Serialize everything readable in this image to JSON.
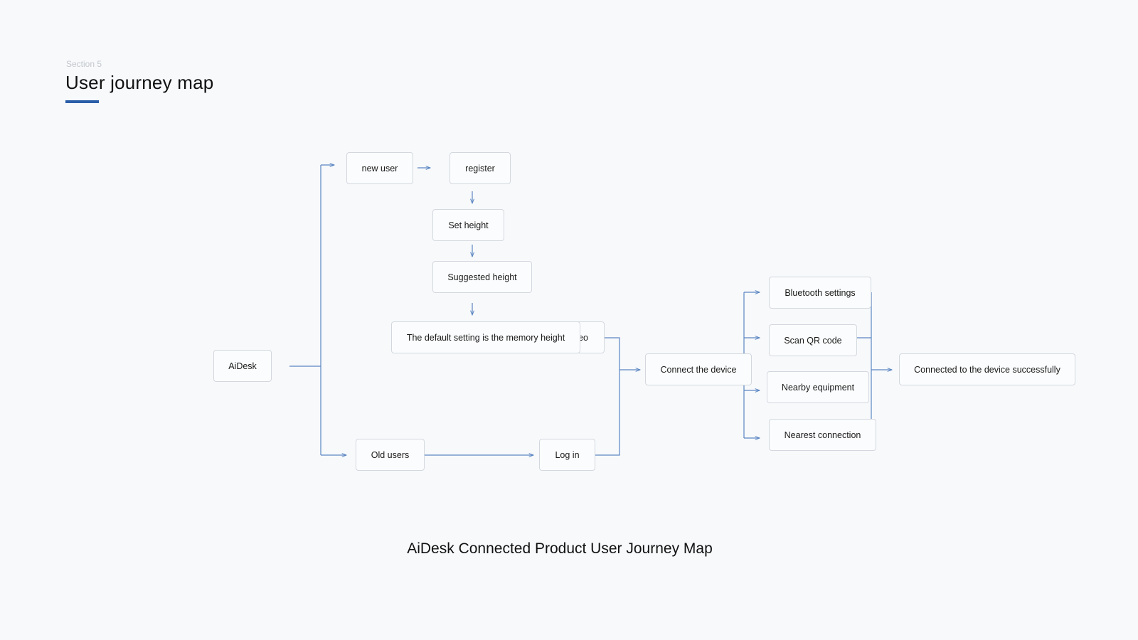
{
  "header": {
    "section_label": "Section 5",
    "title": "User journey map"
  },
  "nodes": {
    "aidesk": "AiDesk",
    "new_user": "new user",
    "register": "register",
    "set_height": "Set height",
    "suggested_height": "Suggested height",
    "hidden_behind": "eo",
    "default_setting": "The default setting is the memory height",
    "old_users": "Old users",
    "log_in": "Log in",
    "connect_device": "Connect the device",
    "bluetooth_settings": "Bluetooth settings",
    "scan_qr": "Scan QR code",
    "nearby_equipment": "Nearby equipment",
    "nearest_connection": "Nearest connection",
    "connected_success": "Connected to the device successfully"
  },
  "caption": "AiDesk Connected Product User Journey Map",
  "colors": {
    "accent": "#2a5ea8",
    "connector": "#5b86c2",
    "node_border": "#d4d8de",
    "background": "#f7f9fb"
  }
}
